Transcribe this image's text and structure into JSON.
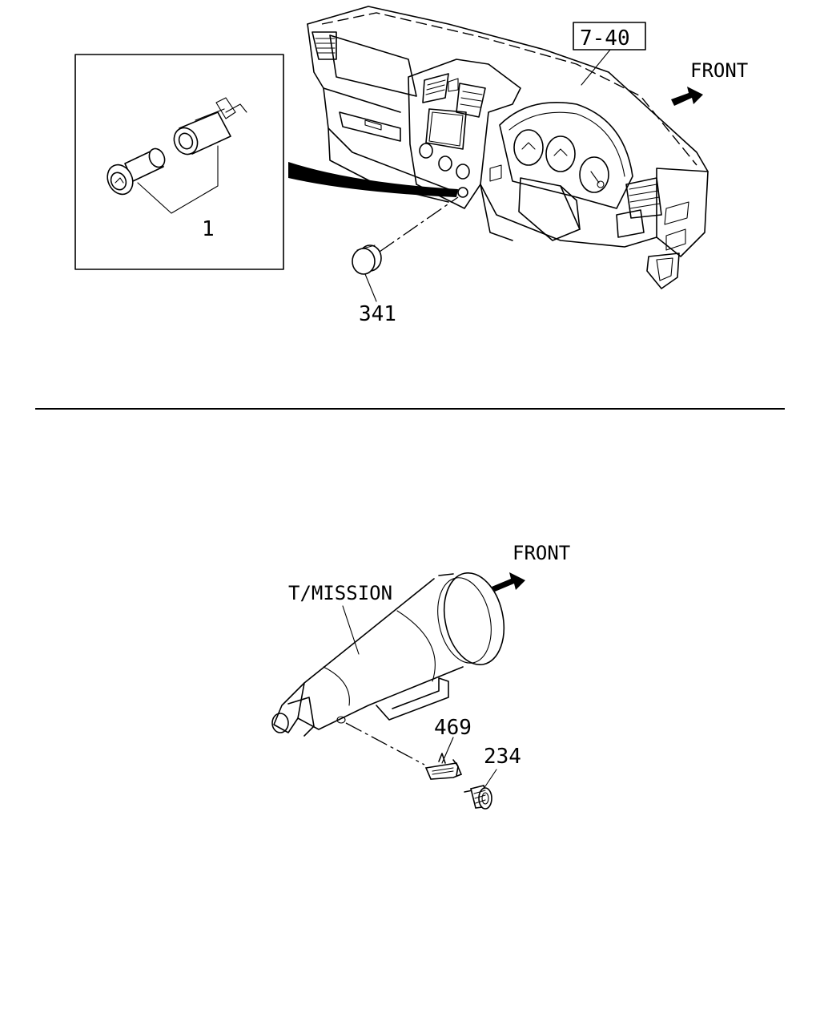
{
  "top_section": {
    "front_label": "FRONT",
    "ref_label": "7-40",
    "part_cigar_lighter": "1",
    "part_plug": "341"
  },
  "bottom_section": {
    "front_label": "FRONT",
    "transmission_label": "T/MISSION",
    "part_bracket": "469",
    "part_switch": "234"
  },
  "colors": {
    "line": "#000000",
    "background": "#ffffff"
  }
}
